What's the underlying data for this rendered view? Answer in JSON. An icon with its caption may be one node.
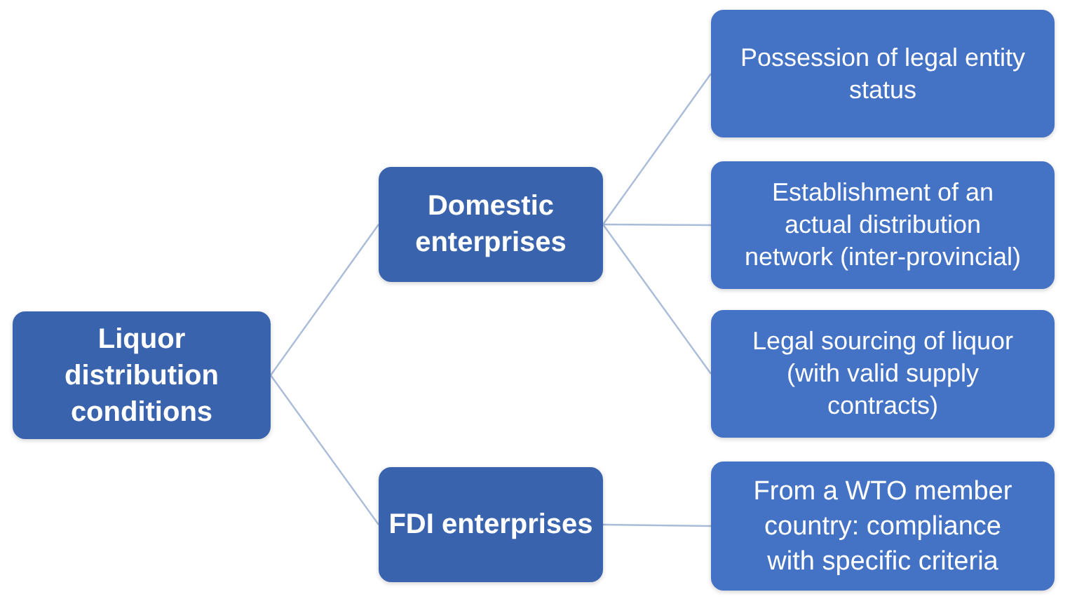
{
  "diagram": {
    "nodes": [
      {
        "text": [
          "Liquor distribution conditions"
        ]
      },
      {
        "text": [
          "Domestic enterprises"
        ]
      },
      {
        "text": [
          "FDI enterprises"
        ]
      },
      {
        "text": [
          "Possession of legal entity status"
        ]
      },
      {
        "text": [
          "Establishment of an actual distribution network (inter-provincial)"
        ]
      },
      {
        "text": [
          "Legal sourcing of liquor (with valid supply contracts)"
        ]
      },
      {
        "text": [
          "From a WTO member country: compliance with specific criteria"
        ]
      }
    ],
    "edges": [
      {
        "from": 0,
        "to": 1,
        "arrow": "none"
      },
      {
        "from": 0,
        "to": 2,
        "arrow": "none"
      },
      {
        "from": 1,
        "to": 3,
        "arrow": "none"
      },
      {
        "from": 1,
        "to": 4,
        "arrow": "none"
      },
      {
        "from": 1,
        "to": 5,
        "arrow": "none"
      },
      {
        "from": 2,
        "to": 6,
        "arrow": "none"
      }
    ]
  }
}
